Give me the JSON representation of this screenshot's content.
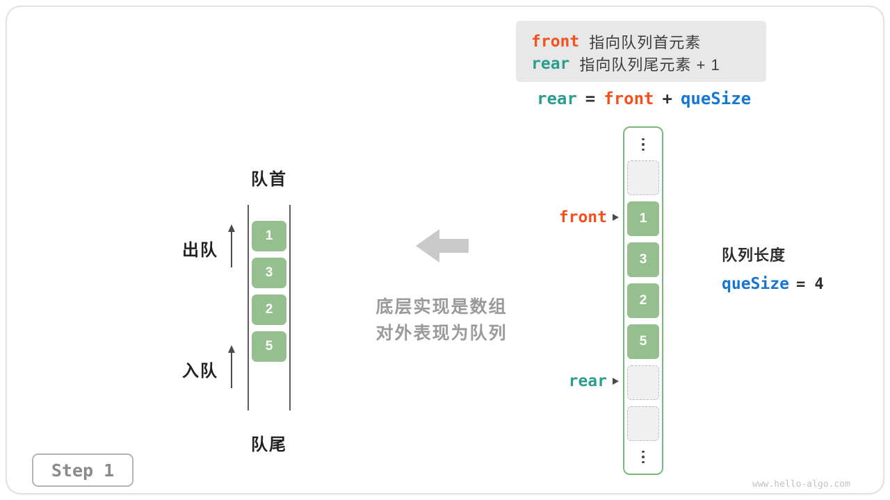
{
  "colors": {
    "front": "#f4511e",
    "rear": "#299d8f",
    "quesize": "#1677d2",
    "cell-green": "#95bf8e",
    "array-border": "#7ab87a",
    "gray-text": "#9a9a9a"
  },
  "icons": {
    "center_arrow": "left-arrow",
    "pointer_arrow": "right-triangle",
    "flow_arrows": "up-arrow",
    "ellipsis": "vertical-dots"
  },
  "legend": {
    "front_var": "front",
    "front_desc": "指向队列首元素",
    "rear_var": "rear",
    "rear_desc": "指向队列尾元素 + 1"
  },
  "formula": {
    "lhs": "rear",
    "eq": "=",
    "mid": "front",
    "plus": "+",
    "rhs": "queSize"
  },
  "left_queue": {
    "head_label": "队首",
    "tail_label": "队尾",
    "dequeue_label": "出队",
    "enqueue_label": "入队",
    "values": [
      "1",
      "3",
      "2",
      "5"
    ]
  },
  "center": {
    "line1": "底层实现是数组",
    "line2": "对外表现为队列"
  },
  "array": {
    "values": [
      "1",
      "3",
      "2",
      "5"
    ],
    "front_label": "front",
    "rear_label": "rear"
  },
  "size_info": {
    "label": "队列长度",
    "var": "queSize",
    "value": "= 4"
  },
  "footer": {
    "step_label": "Step 1",
    "watermark": "www.hello-algo.com"
  }
}
